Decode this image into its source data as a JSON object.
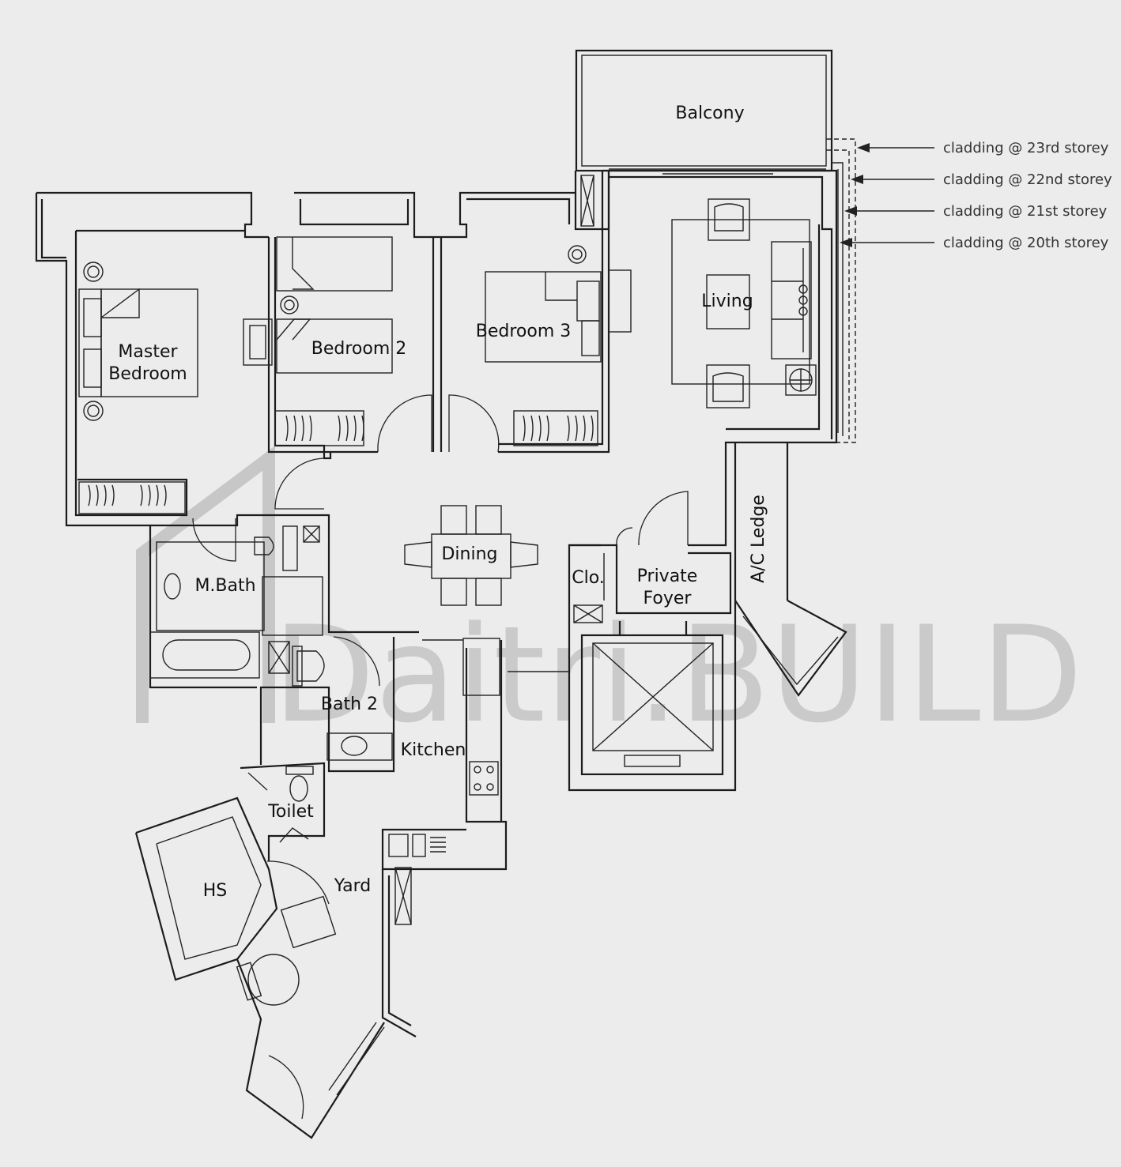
{
  "rooms": {
    "balcony": "Balcony",
    "living": "Living",
    "master_bedroom_line1": "Master",
    "master_bedroom_line2": "Bedroom",
    "bedroom2": "Bedroom 2",
    "bedroom3": "Bedroom 3",
    "dining": "Dining",
    "mbath": "M.Bath",
    "private_foyer_line1": "Private",
    "private_foyer_line2": "Foyer",
    "clo": "Clo.",
    "ac_ledge": "A/C Ledge",
    "bath2": "Bath 2",
    "kitchen": "Kitchen",
    "toilet": "Toilet",
    "hs": "HS",
    "yard": "Yard"
  },
  "cladding_notes": [
    "cladding @ 23rd storey",
    "cladding @ 22nd storey",
    "cladding @ 21st storey",
    "cladding @ 20th storey"
  ],
  "watermark": "Daitri.BUILD",
  "colors": {
    "background": "#ececec",
    "lines": "#1c1c1c",
    "watermark": "#9c9c9c"
  }
}
